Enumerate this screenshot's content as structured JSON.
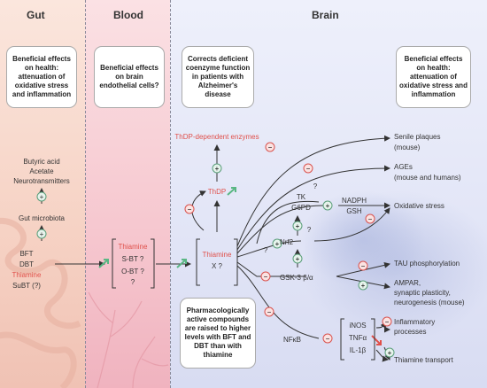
{
  "headers": {
    "gut": "Gut",
    "blood": "Blood",
    "brain": "Brain"
  },
  "boxes": {
    "gut": "Beneficial effects on health: attenuation of oxidative stress and inflammation",
    "blood": "Beneficial effects on brain endothelial cells?",
    "brain_center": "Corrects deficient coenzyme function in patients with Alzheimer's disease",
    "brain_right": "Beneficial effects on health: attenuation of oxidative stress and inflammation",
    "pharmaco": "Pharmacologically active compounds are raised to higher levels with BFT and DBT than with thiamine"
  },
  "gut": {
    "metabolites": [
      "Butyric acid",
      "Acetate",
      "Neurotransmitters"
    ],
    "microbiota": "Gut microbiota",
    "compounds": [
      "BFT",
      "DBT",
      "Thiamine",
      "SuBT (?)"
    ]
  },
  "blood": {
    "items": [
      "Thiamine",
      "S-BT ?",
      "O-BT ?",
      "?"
    ]
  },
  "brain": {
    "thdp_enzymes": "ThDP-dependent enzymes",
    "thdp": "ThDP",
    "thiamine_x": [
      "Thiamine",
      "X ?"
    ],
    "tk": "TK",
    "g6pd": "G6PD",
    "nadph": "NADPH",
    "gsh": "GSH",
    "nrf2": "Nrf2",
    "gsk3": "GSK-3 β/α",
    "nfkb": "NFκB",
    "cytokines": [
      "iNOS",
      "TNFα",
      "IL-1β"
    ],
    "q1": "?",
    "q2": "?",
    "q3": "?",
    "outcomes": {
      "senile_plaques": [
        "Senile plaques",
        "(mouse)"
      ],
      "ages": [
        "AGEs",
        "(mouse and humans)"
      ],
      "oxidative_stress": "Oxidative stress",
      "tau": "TAU phosphorylation",
      "ampar": [
        "AMPAR,",
        "synaptic plasticity,",
        "neurogenesis (mouse)"
      ],
      "inflammatory": [
        "Inflammatory",
        "processes"
      ],
      "thiamine_transport": "Thiamine transport"
    }
  },
  "colors": {
    "accent_red": "#e0504a",
    "green": "#5a9e7a",
    "inhibit": "#d9534f"
  }
}
